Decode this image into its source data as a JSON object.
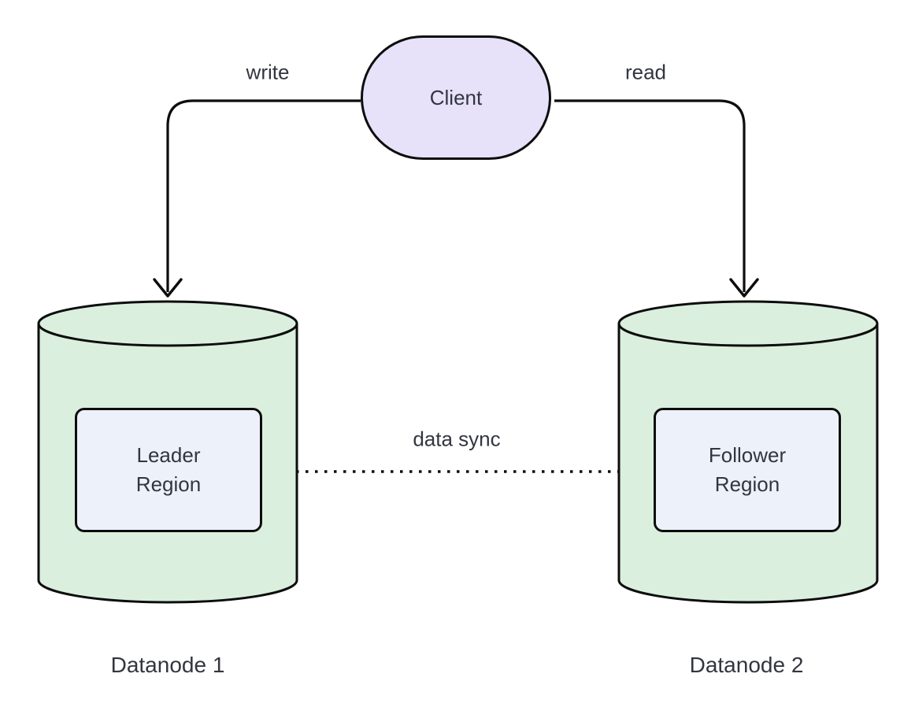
{
  "colors": {
    "canvas_bg": "#ffffff",
    "stroke": "#0d0d0d",
    "text": "#333540",
    "client_fill": "#e7e1fa",
    "cylinder_fill": "#dbefde",
    "region_fill": "#edf2fa"
  },
  "nodes": {
    "client": {
      "label": "Client",
      "shape": "stadium"
    },
    "leader_region": {
      "lines": [
        "Leader",
        "Region"
      ],
      "shape": "rounded-rect"
    },
    "follower_region": {
      "lines": [
        "Follower",
        "Region"
      ],
      "shape": "rounded-rect"
    },
    "datanode1": {
      "label": "Datanode 1",
      "shape": "cylinder"
    },
    "datanode2": {
      "label": "Datanode 2",
      "shape": "cylinder"
    }
  },
  "edges": {
    "write": {
      "label": "write",
      "from": "Client",
      "to": "Datanode 1",
      "style": "solid-arrow"
    },
    "read": {
      "label": "read",
      "from": "Client",
      "to": "Datanode 2",
      "style": "solid-arrow"
    },
    "data_sync": {
      "label": "data sync",
      "from": "Leader Region",
      "to": "Follower Region",
      "style": "dotted-arrow"
    }
  }
}
